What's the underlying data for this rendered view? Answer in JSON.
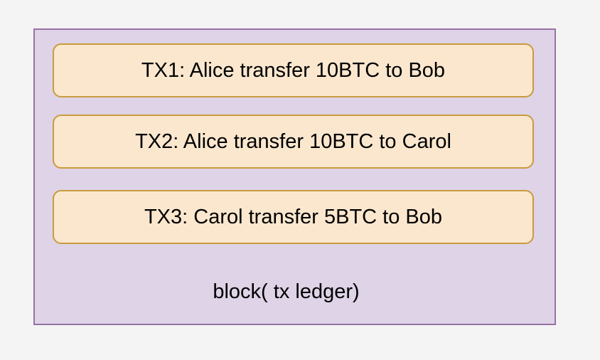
{
  "colors": {
    "page_bg": "#f5f4f5",
    "block_fill": "#ded3e7",
    "block_stroke": "#9673a6",
    "tx_fill": "#fae7ce",
    "tx_stroke": "#c99b3e",
    "text": "#000000"
  },
  "block": {
    "label": "block( tx ledger)",
    "transactions": [
      {
        "label": "TX1: Alice transfer 10BTC to Bob"
      },
      {
        "label": "TX2: Alice transfer 10BTC to Carol"
      },
      {
        "label": "TX3: Carol transfer 5BTC to Bob"
      }
    ]
  }
}
